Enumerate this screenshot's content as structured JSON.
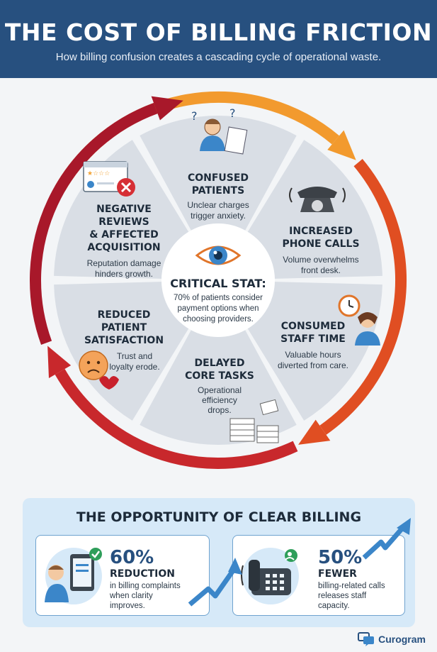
{
  "header": {
    "title": "THE COST OF BILLING FRICTION",
    "subtitle": "How billing confusion creates a cascading cycle of operational waste."
  },
  "cycle": {
    "segments": [
      {
        "heading": [
          "CONFUSED",
          "PATIENTS"
        ],
        "desc": [
          "Unclear charges",
          "trigger anxiety."
        ],
        "icon": "confused-patient-icon"
      },
      {
        "heading": [
          "INCREASED",
          "PHONE CALLS"
        ],
        "desc": [
          "Volume overwhelms",
          "front desk."
        ],
        "icon": "phone-icon"
      },
      {
        "heading": [
          "CONSUMED",
          "STAFF TIME"
        ],
        "desc": [
          "Valuable hours",
          "diverted from care."
        ],
        "icon": "stressed-staff-icon"
      },
      {
        "heading": [
          "DELAYED",
          "CORE TASKS"
        ],
        "desc": [
          "Operational",
          "efficiency",
          "drops."
        ],
        "icon": "paper-stack-icon"
      },
      {
        "heading": [
          "REDUCED",
          "PATIENT",
          "SATISFACTION"
        ],
        "desc": [
          "Trust and",
          "loyalty erode."
        ],
        "icon": "sad-face-icon"
      },
      {
        "heading": [
          "NEGATIVE",
          "REVIEWS",
          "& AFFECTED",
          "ACQUISITION"
        ],
        "desc": [
          "Reputation damage",
          "hinders growth."
        ],
        "icon": "bad-review-icon"
      }
    ],
    "center": {
      "heading": "CRITICAL STAT:",
      "desc": [
        "70% of patients consider",
        "payment options when",
        "choosing providers."
      ],
      "icon": "eye-icon"
    }
  },
  "opportunity": {
    "title": "THE OPPORTUNITY OF CLEAR BILLING",
    "cards": [
      {
        "value": "60%",
        "label": "REDUCTION",
        "desc": [
          "in billing complaints",
          "when clarity",
          "improves."
        ],
        "icon": "tablet-user-icon"
      },
      {
        "value": "50%",
        "label": "FEWER",
        "desc": [
          "billing-related calls",
          "releases staff",
          "capacity."
        ],
        "icon": "desk-phone-icon"
      }
    ]
  },
  "brand": {
    "name": "Curogram",
    "icon": "chat-bubbles-icon"
  },
  "colors": {
    "header": "#27507f",
    "ring_start": "#f29a2e",
    "ring_end": "#b51f2a",
    "segment": "#d9dee5",
    "opportunity_bg": "#d6e9f8",
    "accent": "#3b86c9"
  }
}
